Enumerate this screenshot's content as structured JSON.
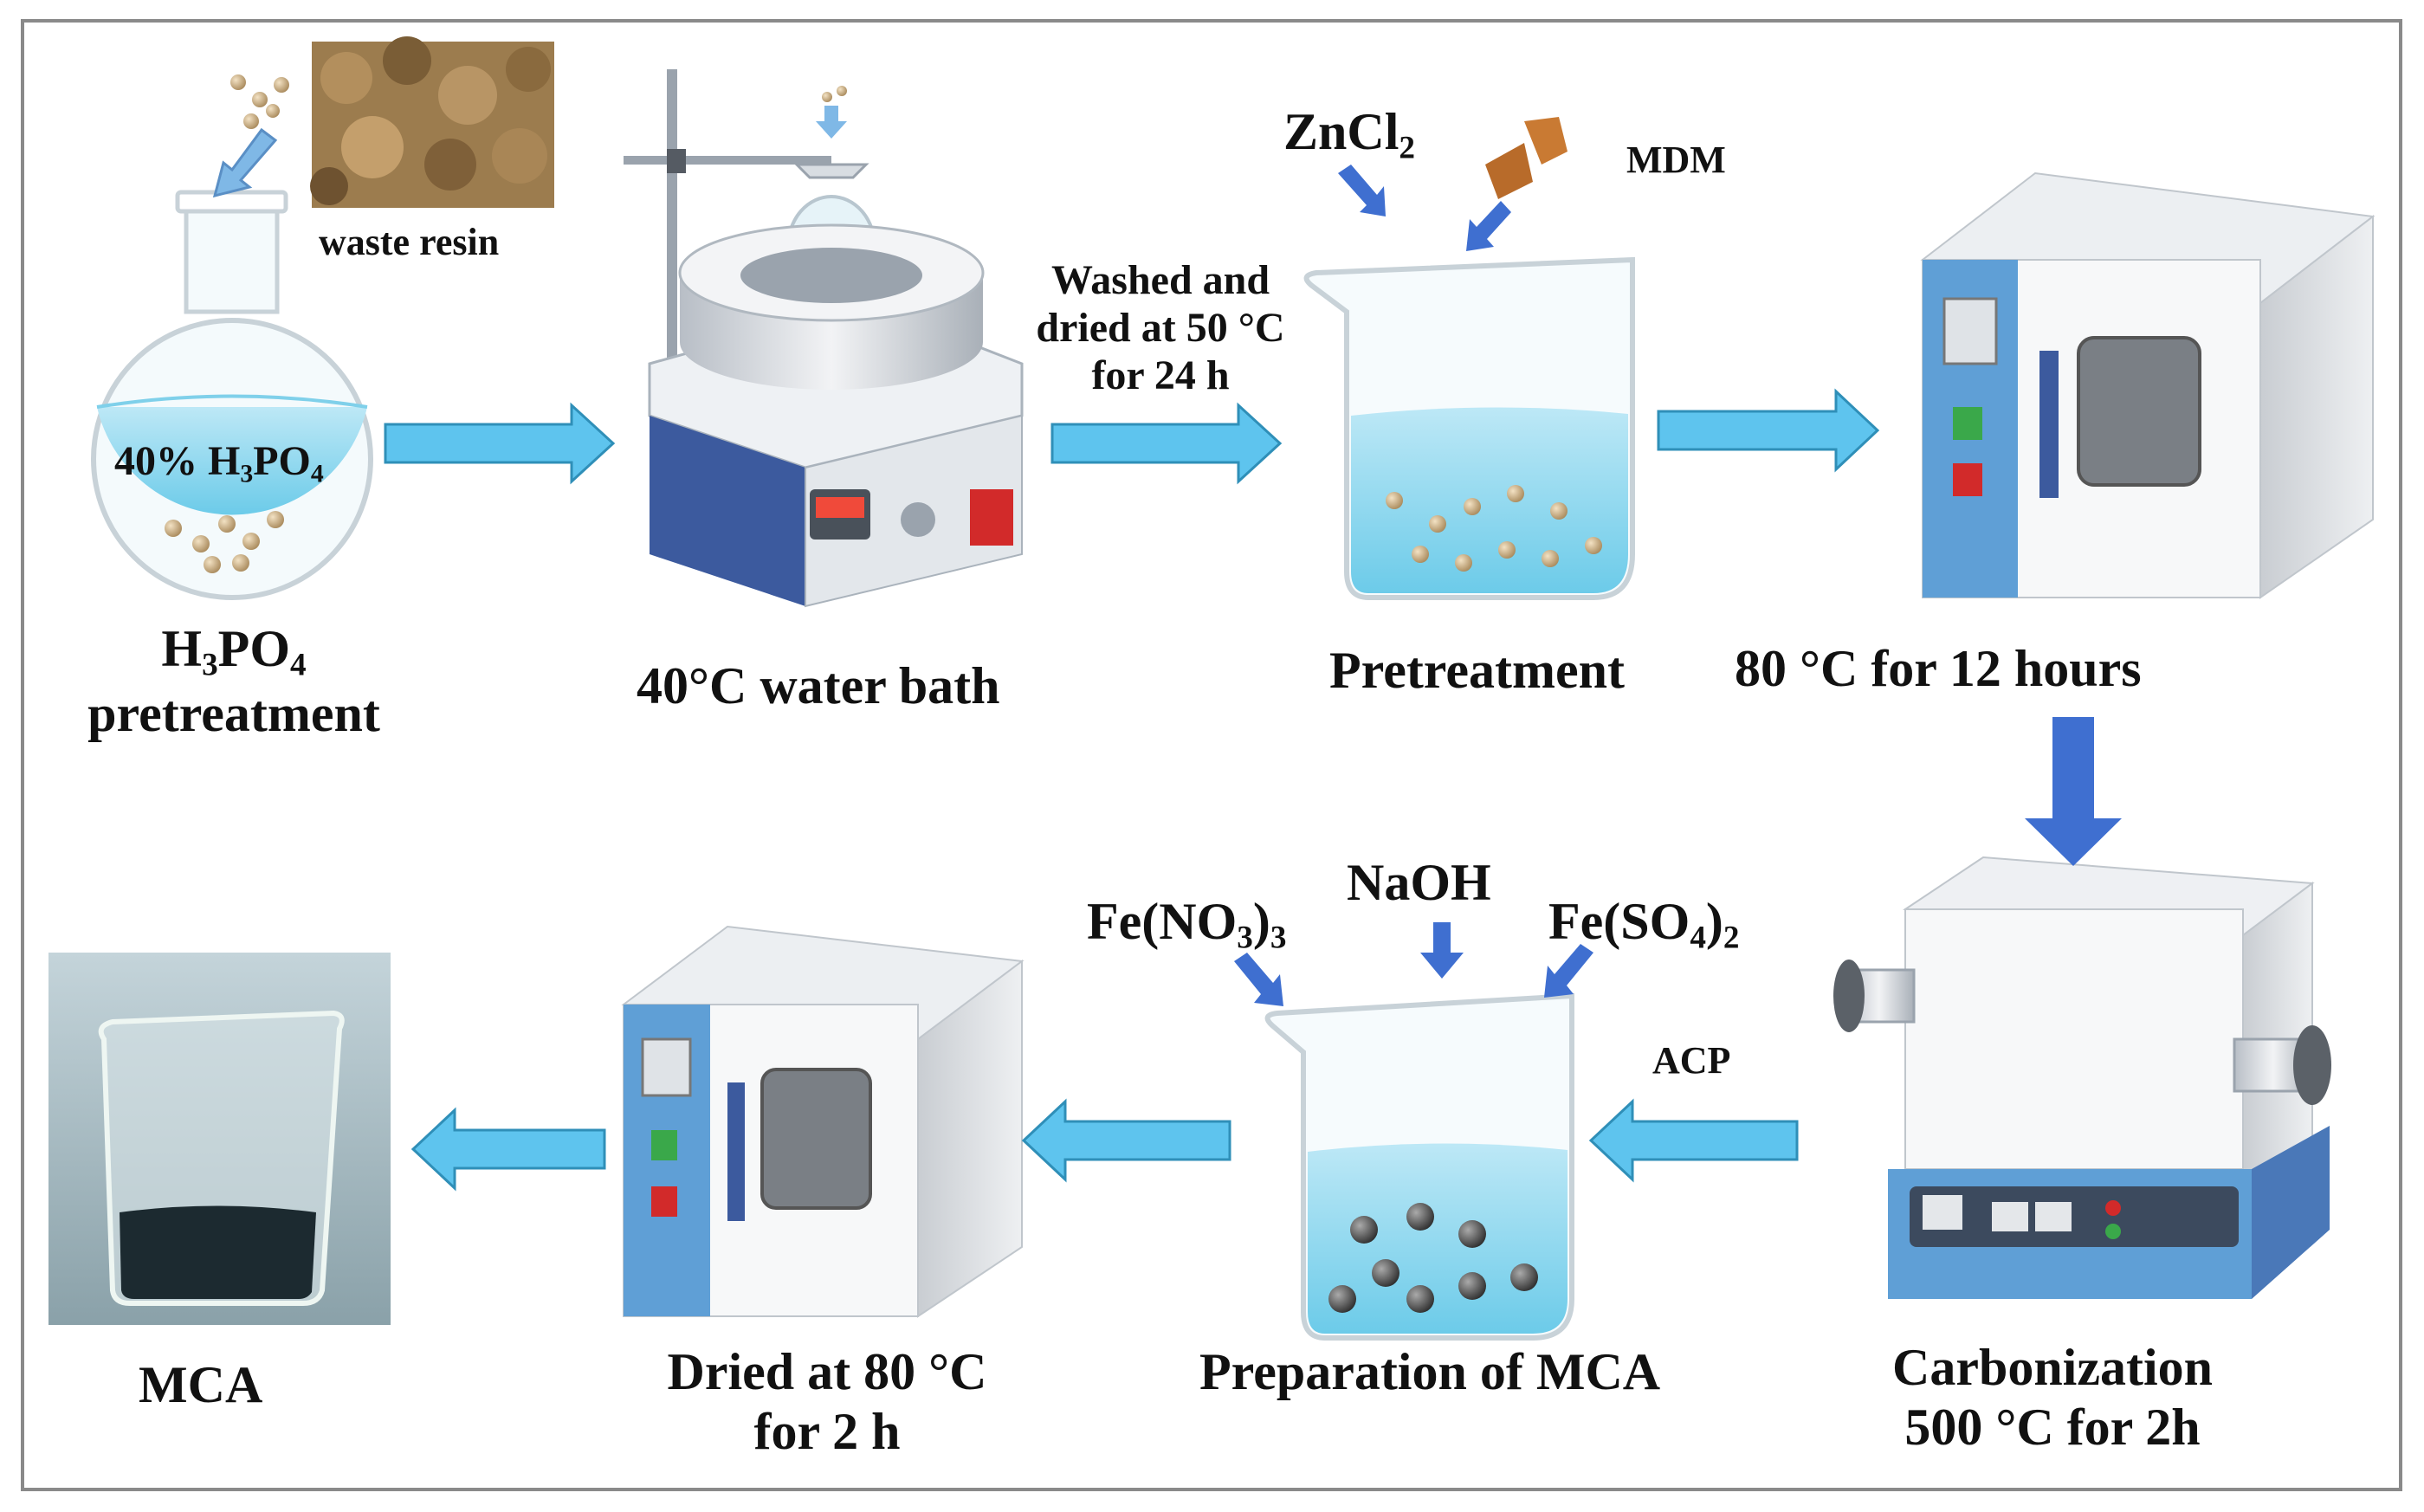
{
  "stages": {
    "h3po4": {
      "title_line1_main": "H",
      "title_line1_sub1": "3",
      "title_line1_mid": "PO",
      "title_line1_sub2": "4",
      "title_line2": "pretreatment",
      "flask_label_main": "40% H",
      "flask_label_sub1": "3",
      "flask_label_mid": "PO",
      "flask_label_sub2": "4",
      "photo_label": "waste resin"
    },
    "water_bath": {
      "title": "40°C water bath"
    },
    "wash": {
      "line1": "Washed and",
      "line2": "dried at 50 °C",
      "line3": "for 24 h"
    },
    "pretreatment": {
      "title": "Pretreatment",
      "reagent_main": "ZnCl",
      "reagent_sub": "2",
      "additive": "MDM"
    },
    "oven1": {
      "title": "80 °C for 12 hours"
    },
    "carbonization": {
      "line1": "Carbonization",
      "line2": "500 °C for 2h",
      "output": "ACP"
    },
    "mca_prep": {
      "title": "Preparation of MCA",
      "reagent_left_a": "Fe(NO",
      "reagent_left_sub1": "3",
      "reagent_left_b": ")",
      "reagent_left_sub2": "3",
      "reagent_center": "NaOH",
      "reagent_right_a": "Fe(SO",
      "reagent_right_sub1": "4",
      "reagent_right_b": ")",
      "reagent_right_sub2": "2"
    },
    "oven2": {
      "line1": "Dried at 80 °C",
      "line2": "for 2 h"
    },
    "product": {
      "title": "MCA"
    }
  },
  "colors": {
    "arrow_light": "#5ec4ee",
    "arrow_dark": "#3f6fd0",
    "liquid": "#8fd7ee",
    "device_blue": "#5f9fd6",
    "frame": "#8a8a8a"
  }
}
